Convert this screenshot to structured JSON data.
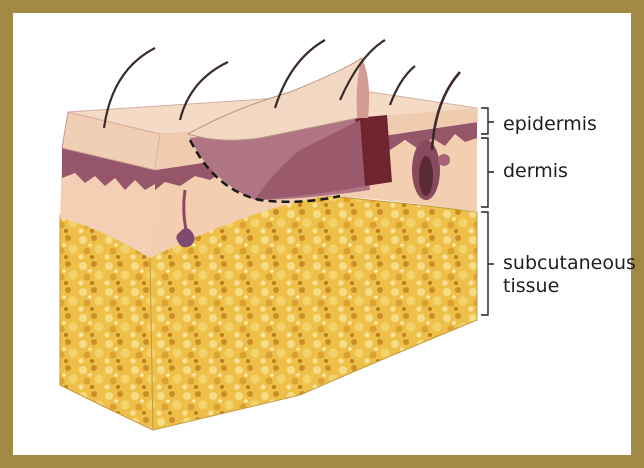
{
  "labels": {
    "epidermis": "epidermis",
    "dermis": "dermis",
    "subcutaneous_line1": "subcutaneous",
    "subcutaneous_line2": "tissue"
  },
  "colors": {
    "frame": "#a28a45",
    "epidermis": "#efcfb3",
    "dermis": "#f3cfb2",
    "pigment_layer": "#96566a",
    "subcutaneous_fat": "#eebf45",
    "hair": "#3a2a2a",
    "cut_line": "#1a1a1a"
  },
  "icons": {
    "hair": "hair-strand-icon",
    "follicle": "hair-follicle-icon",
    "gland": "sweat-gland-icon"
  }
}
